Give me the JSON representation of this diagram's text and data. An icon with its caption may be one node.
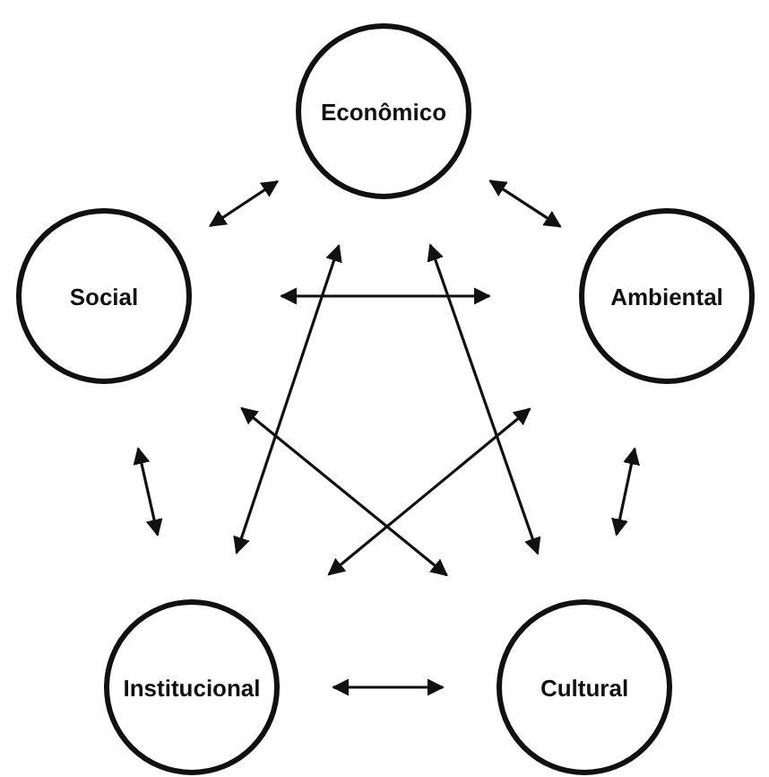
{
  "diagram": {
    "nodes": [
      {
        "text": [
          "Econômico"
        ]
      },
      {
        "text": [
          "Social"
        ]
      },
      {
        "text": [
          "Ambiental"
        ]
      },
      {
        "text": [
          "Institucional"
        ]
      },
      {
        "text": [
          "Cultural"
        ]
      }
    ],
    "edges": [
      {
        "from": 0,
        "to": 1,
        "arrow": "both"
      },
      {
        "from": 0,
        "to": 2,
        "arrow": "both"
      },
      {
        "from": 1,
        "to": 2,
        "arrow": "both"
      },
      {
        "from": 0,
        "to": 3,
        "arrow": "both"
      },
      {
        "from": 0,
        "to": 4,
        "arrow": "both"
      },
      {
        "from": 1,
        "to": 4,
        "arrow": "both"
      },
      {
        "from": 2,
        "to": 3,
        "arrow": "both"
      },
      {
        "from": 1,
        "to": 3,
        "arrow": "both"
      },
      {
        "from": 2,
        "to": 4,
        "arrow": "both"
      },
      {
        "from": 3,
        "to": 4,
        "arrow": "both"
      }
    ]
  }
}
